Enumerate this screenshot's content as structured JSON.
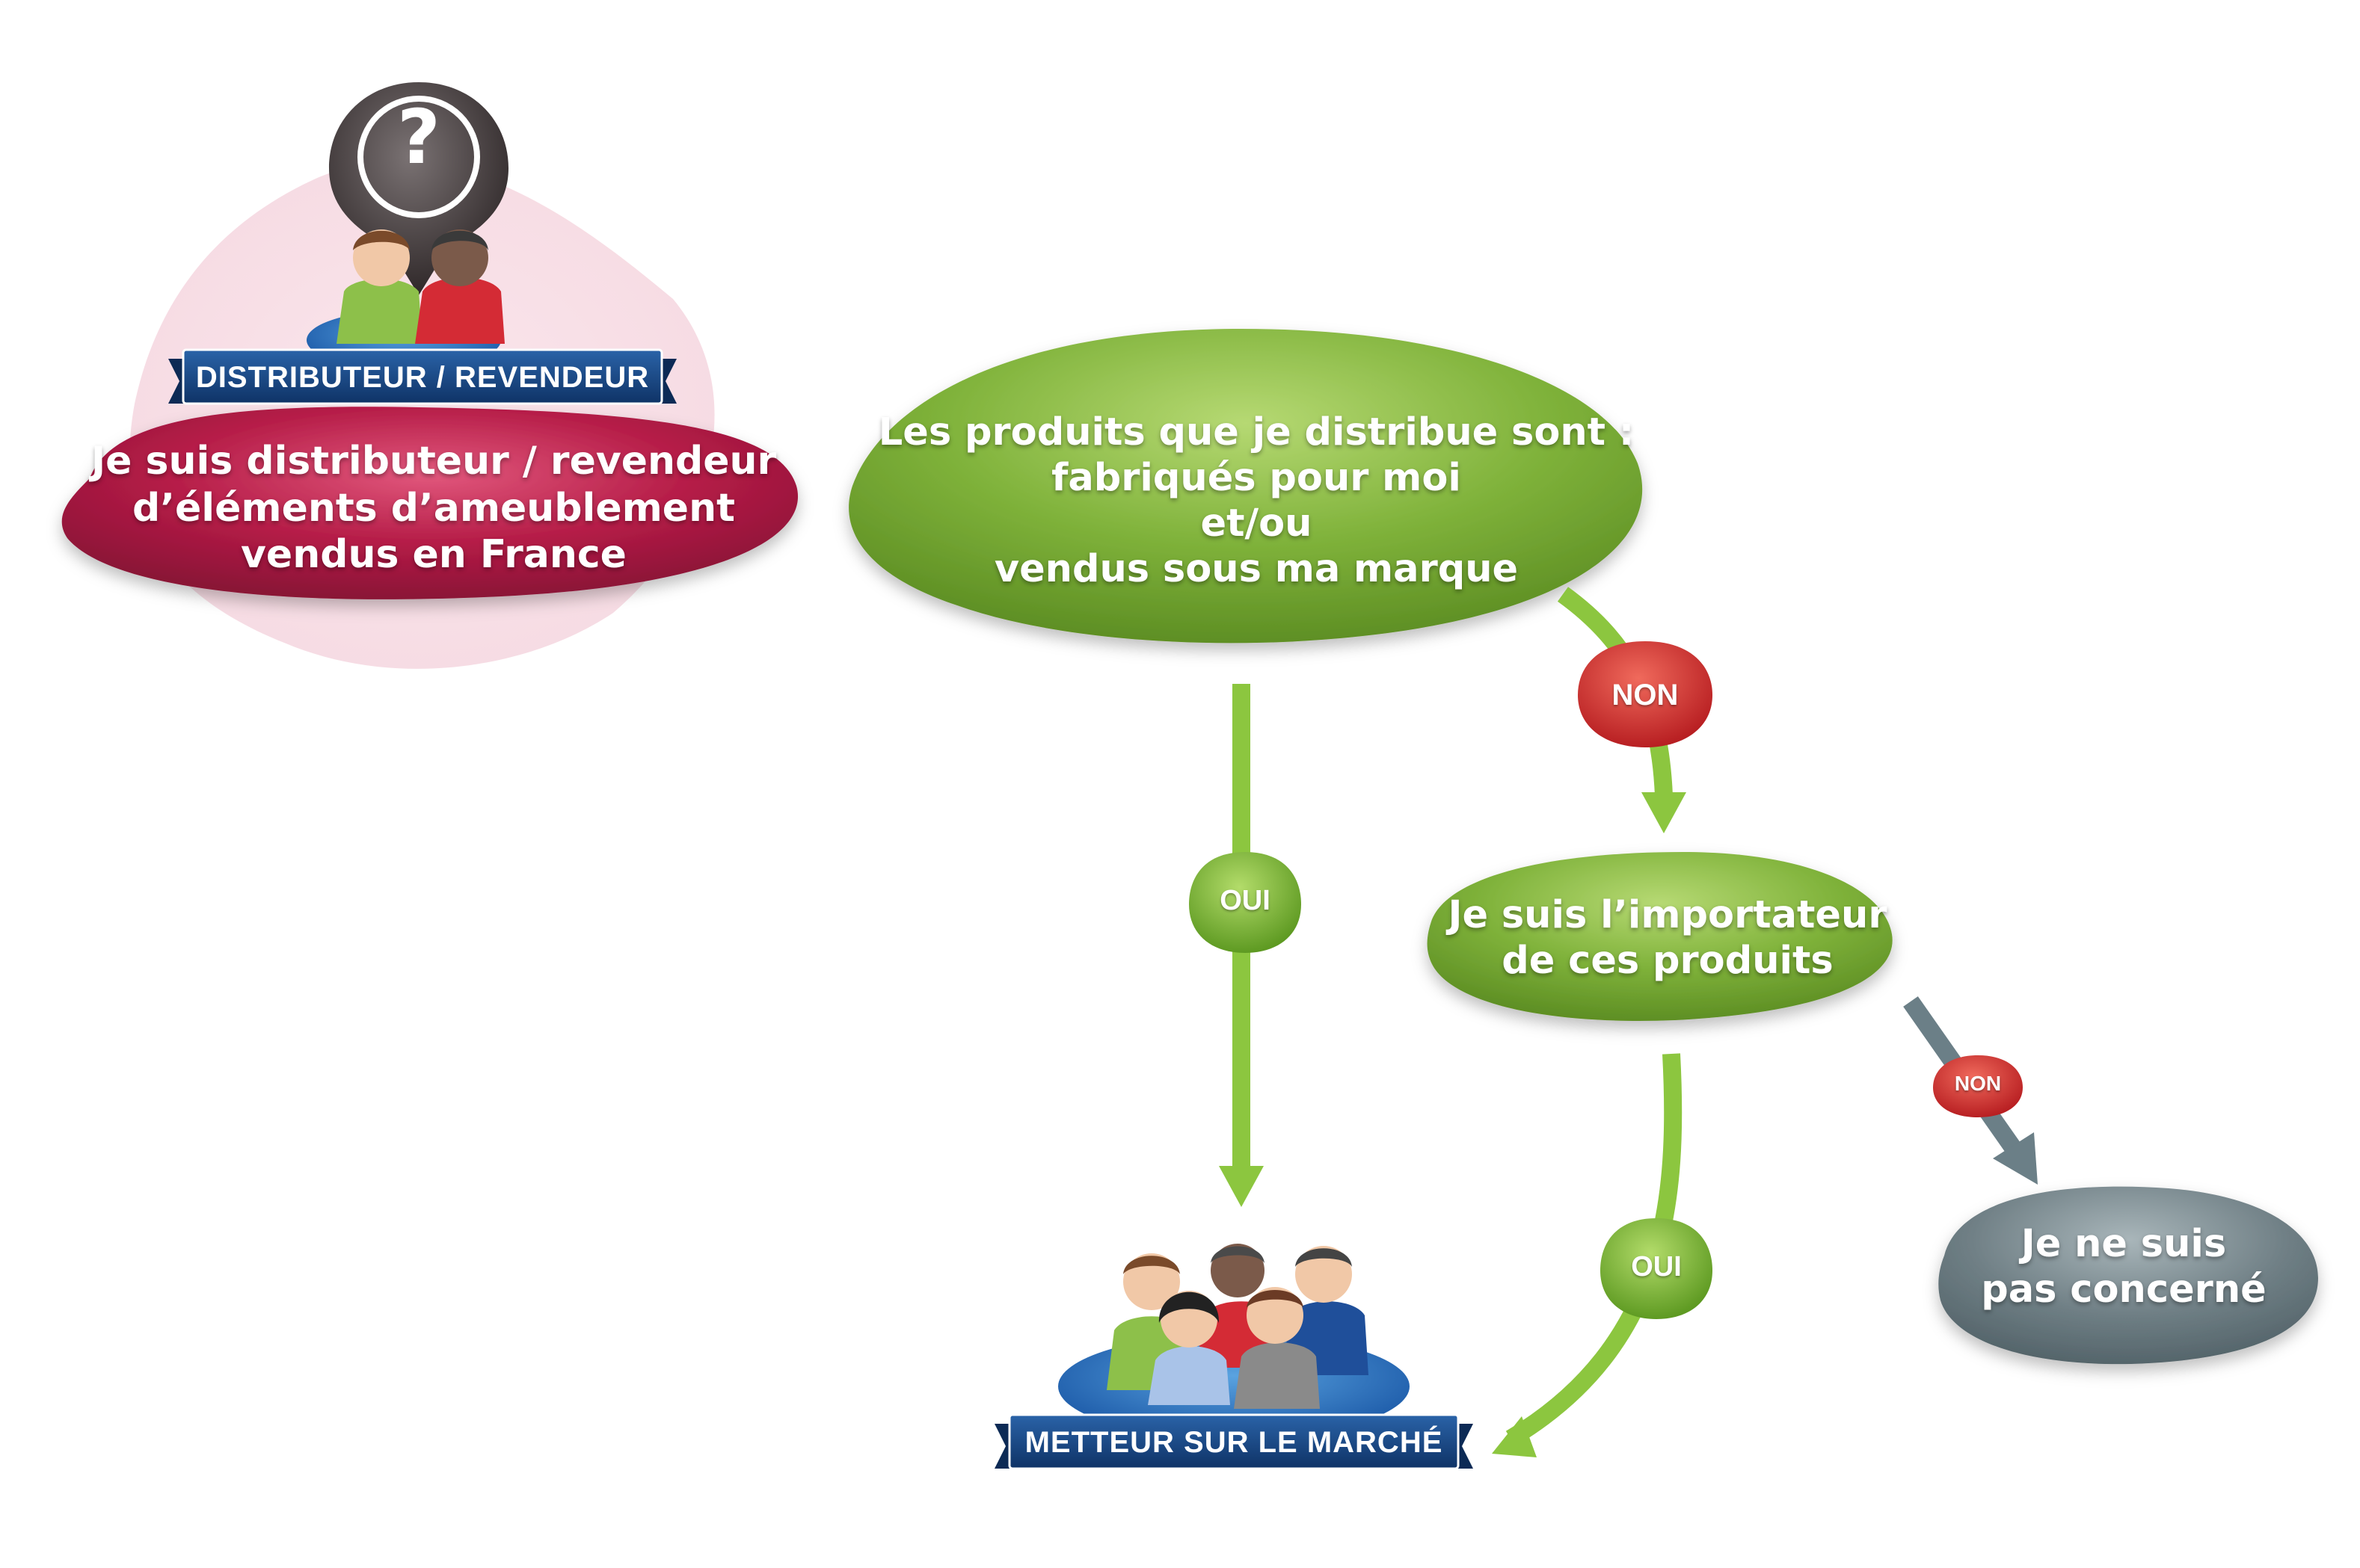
{
  "diagram": {
    "start_node": {
      "lines": [
        "Je suis distributeur / revendeur",
        "d’éléments d’ameublement",
        "vendus en France"
      ]
    },
    "question_1": {
      "lines": [
        "Les produits que je distribue sont :",
        "fabriqués pour moi",
        "et/ou",
        "vendus sous ma marque"
      ]
    },
    "question_2": {
      "lines": [
        "Je suis l’importateur",
        "de ces produits"
      ]
    },
    "end_node": {
      "lines": [
        "Je ne suis",
        "pas concerné"
      ]
    },
    "role_labels": {
      "distributor": "DISTRIBUTEUR / REVENDEUR",
      "market_placer": "METTEUR SUR LE MARCHÉ"
    },
    "edge_labels": {
      "q1_no": "NON",
      "q1_yes": "OUI",
      "q2_yes": "OUI",
      "q2_no": "NON"
    },
    "question_mark": "?",
    "icons": [
      "question-pin-icon",
      "two-people-icon",
      "group-people-icon"
    ],
    "colors": {
      "start": "#b51c47",
      "question": "#7fb23a",
      "end": "#6f7f85",
      "badge_no": "#d52b2b",
      "badge_yes": "#78b32e",
      "ribbon": "#163f7a",
      "arrow_green": "#8cc63f",
      "arrow_gray": "#6b7f87"
    }
  }
}
